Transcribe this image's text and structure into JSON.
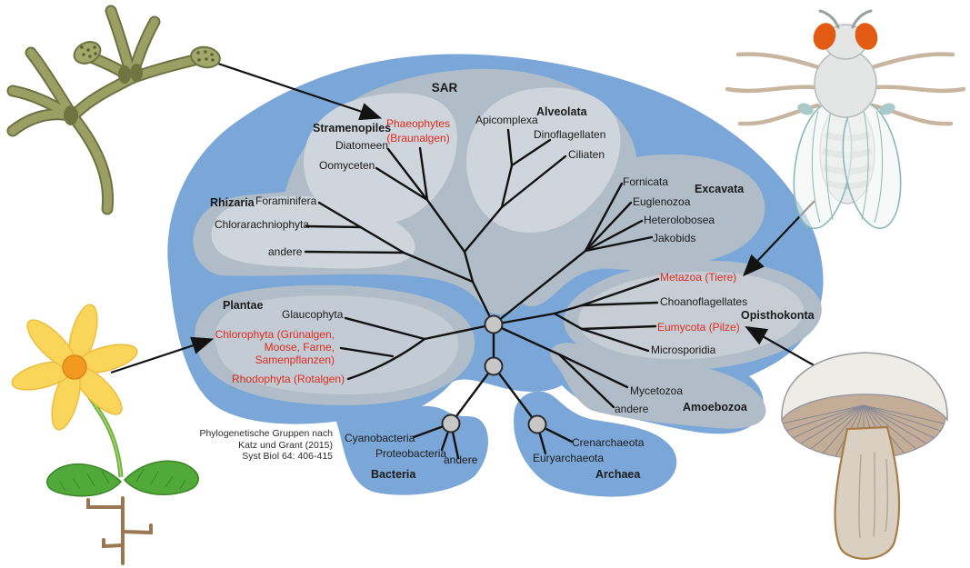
{
  "diagram": {
    "sar": {
      "label": "SAR"
    },
    "stramenopiles": {
      "label": "Stramenopiles",
      "phaeophytes_line1": "Phaeophytes",
      "phaeophytes_line2": "(Braunalgen)",
      "diatomeen": "Diatomeen",
      "oomyceten": "Oomyceten"
    },
    "alveolata": {
      "label": "Alveolata",
      "apicomplexa": "Apicomplexa",
      "dinoflagellaten": "Dinoflagellaten",
      "ciliaten": "Ciliaten"
    },
    "rhizaria": {
      "label": "Rhizaria",
      "foraminifera": "Foraminifera",
      "chlorarachniophyta": "Chlorarachniophyta",
      "andere": "andere"
    },
    "excavata": {
      "label": "Excavata",
      "fornicata": "Fornicata",
      "euglenozoa": "Euglenozoa",
      "heterolobosea": "Heterolobosea",
      "jakobids": "Jakobids"
    },
    "opisthokonta": {
      "label": "Opisthokonta",
      "metazoa": "Metazoa (Tiere)",
      "choanoflagellates": "Choanoflagellates",
      "eumycota": "Eumycota (Pilze)",
      "microsporidia": "Microsporidia"
    },
    "amoebozoa": {
      "label": "Amoebozoa",
      "mycetozoa": "Mycetozoa",
      "andere": "andere"
    },
    "plantae": {
      "label": "Plantae",
      "glaucophyta": "Glaucophyta",
      "chlorophyta_line1": "Chlorophyta (Grünalgen,",
      "chlorophyta_line2": "Moose, Farne,",
      "chlorophyta_line3": "Samenpflanzen)",
      "rhodophyta": "Rhodophyta (Rotalgen)"
    },
    "bacteria": {
      "label": "Bacteria",
      "cyanobacteria": "Cyanobacteria",
      "proteobacteria": "Proteobacteria",
      "andere": "andere"
    },
    "archaea": {
      "label": "Archaea",
      "crenarchaeota": "Crenarchaeota",
      "euryarchaeota": "Euryarchaeota"
    },
    "citation": {
      "line1": "Phylogenetische Gruppen nach",
      "line2": "Katz und Grant (2015)",
      "line3": "Syst Biol 64: 406-415"
    },
    "colors": {
      "domain_blue": "#7aa7d7",
      "supergroup_grey": "#b0bcc8",
      "subgroup_grey": "#cfd5dc",
      "highlight_red": "#df2b1e",
      "tree_line": "#121212",
      "node_fill": "#c7c7c7"
    },
    "illustrations": {
      "top_left": "branching-alga",
      "top_right": "fruit-fly",
      "bottom_left": "flowering-plant",
      "bottom_right": "mushroom"
    }
  }
}
